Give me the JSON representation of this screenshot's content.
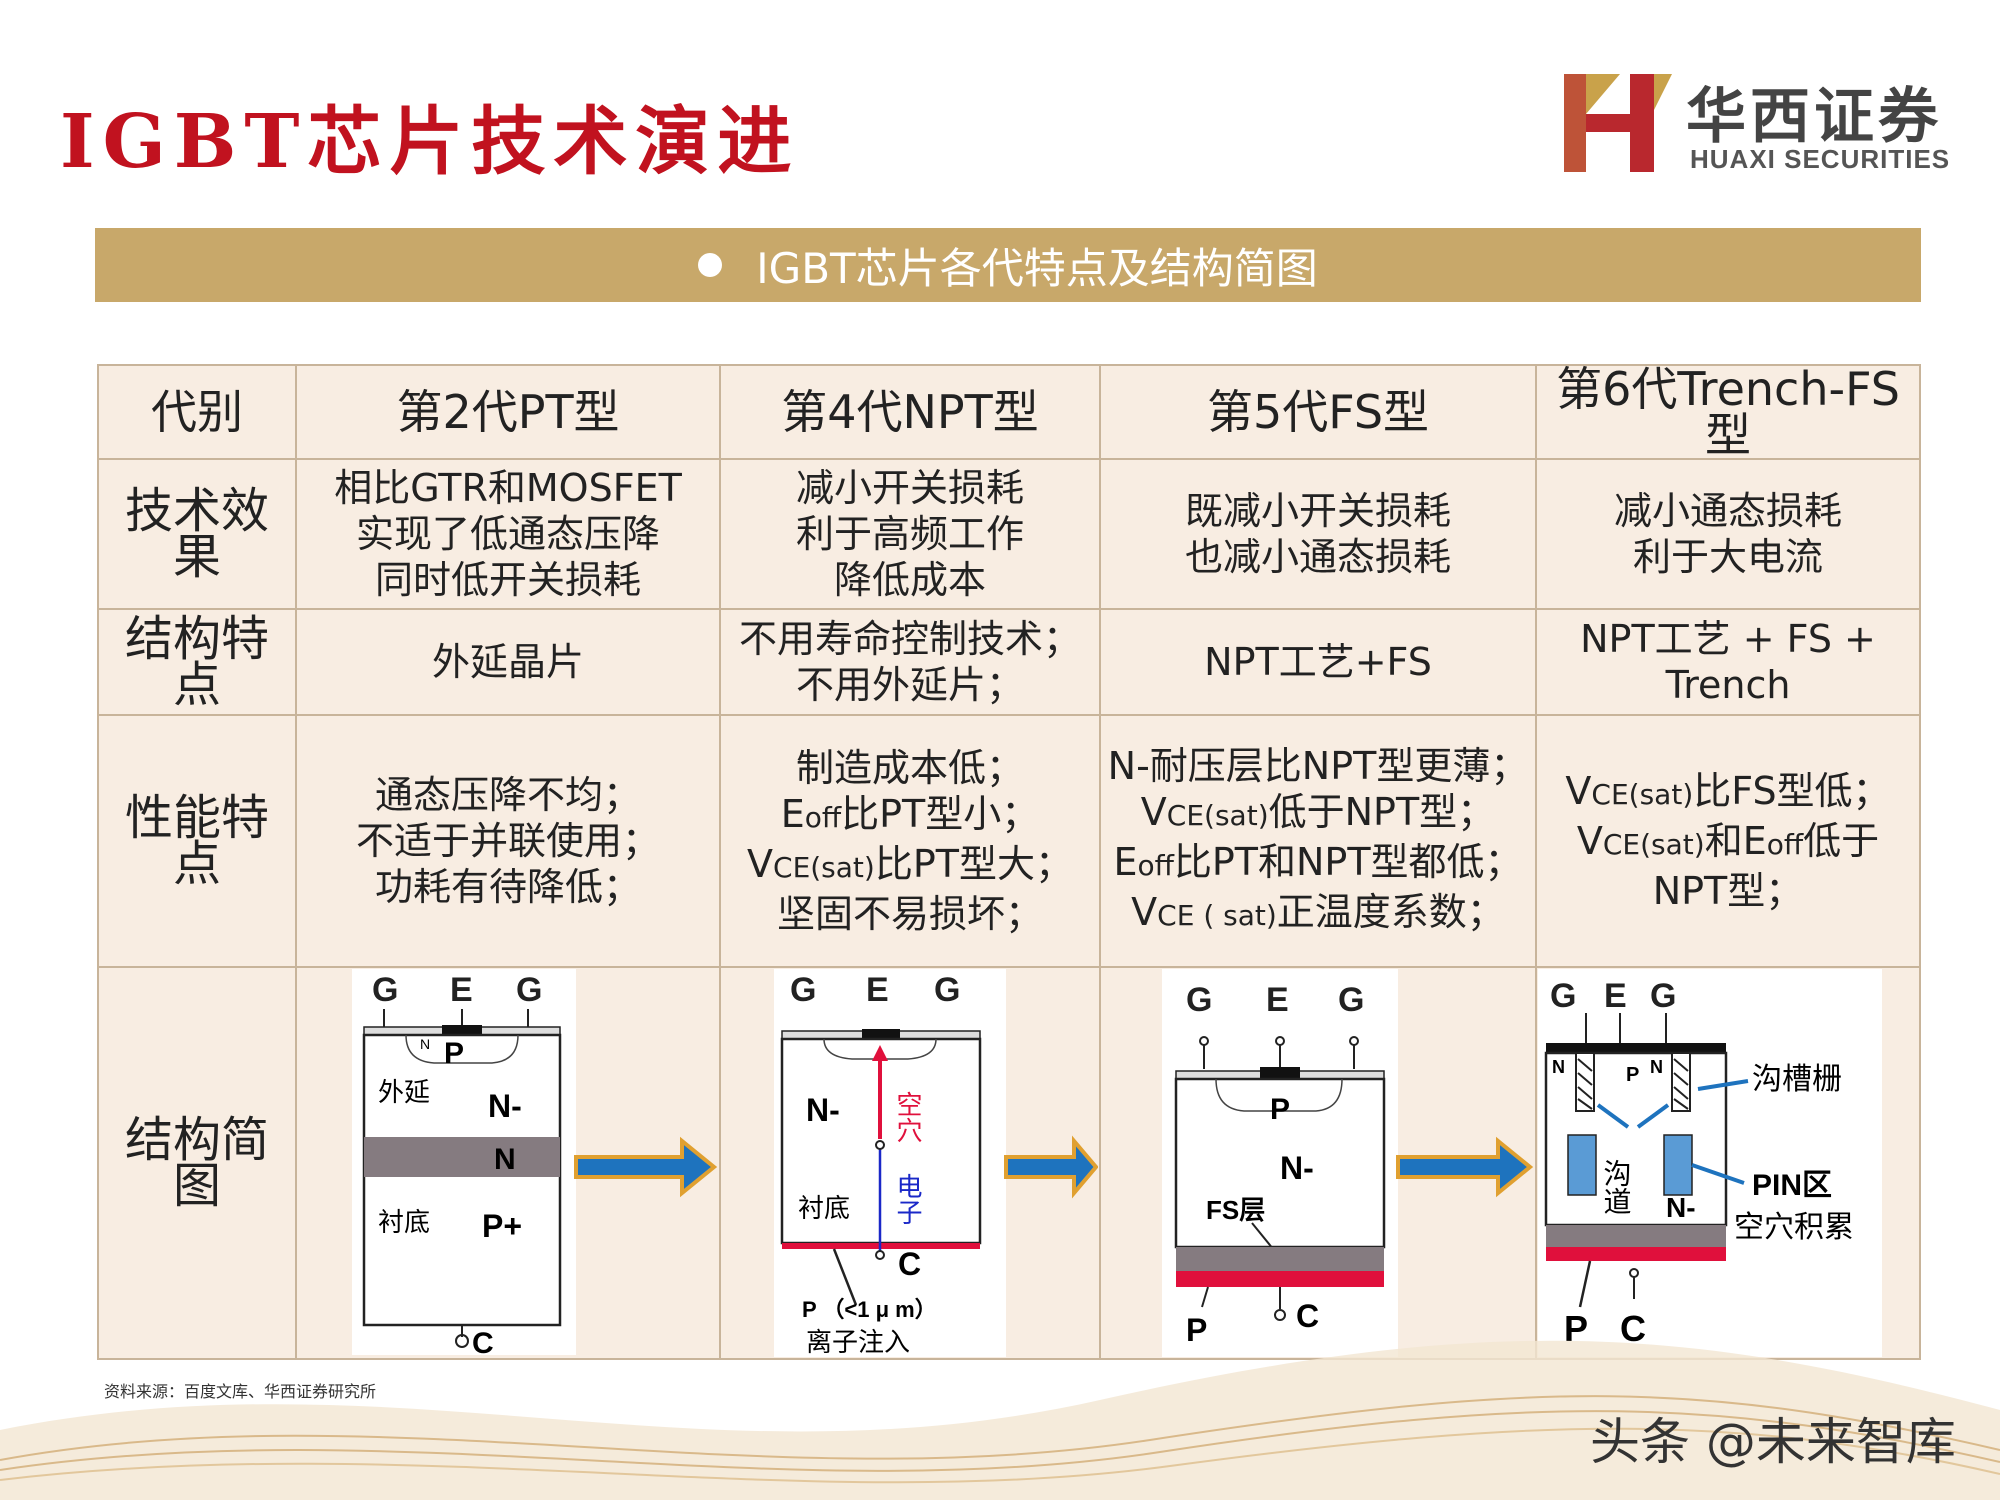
{
  "title": "IGBT芯片技术演进",
  "logo": {
    "cn": "华西证券",
    "en": "HUAXI SECURITIES"
  },
  "banner": "IGBT芯片各代特点及结构简图",
  "table": {
    "headers": [
      "代别",
      "第2代PT型",
      "第4代NPT型",
      "第5代FS型",
      "第6代Trench-FS型"
    ],
    "row_effect": {
      "label": "技术效果",
      "cells": [
        [
          "相比GTR和MOSFET",
          "实现了低通态压降",
          "同时低开关损耗"
        ],
        [
          "减小开关损耗",
          "利于高频工作",
          "降低成本"
        ],
        [
          "既减小开关损耗",
          "也减小通态损耗"
        ],
        [
          "减小通态损耗",
          "利于大电流"
        ]
      ]
    },
    "row_structure": {
      "label": "结构特点",
      "cells": [
        [
          "外延晶片"
        ],
        [
          "不用寿命控制技术；",
          "不用外延片；"
        ],
        [
          "NPT工艺+FS"
        ],
        [
          "NPT工艺 + FS +",
          "Trench"
        ]
      ]
    },
    "row_performance": {
      "label": "性能特点",
      "pt": [
        "通态压降不均；",
        "不适于并联使用；",
        "功耗有待降低；"
      ],
      "npt": {
        "l1": "制造成本低；",
        "l2_a": "E",
        "l2_sub": "off",
        "l2_b": "比PT型小；",
        "l3_a": "V",
        "l3_sub": "CE(sat)",
        "l3_b": "比PT型大；",
        "l4": "坚固不易损坏；"
      },
      "fs": {
        "l1": "N-耐压层比NPT型更薄；",
        "l2_a": "V",
        "l2_sub": "CE(sat)",
        "l2_b": "低于NPT型；",
        "l3_a": "E",
        "l3_sub": "off",
        "l3_b": "比PT和NPT型都低；",
        "l4_a": "V",
        "l4_sub": "CE ( sat)",
        "l4_b": "正温度系数；"
      },
      "trench": {
        "l1_a": "V",
        "l1_sub": "CE(sat)",
        "l1_b": "比FS型低；",
        "l2_a": "V",
        "l2_sub": "CE(sat)",
        "l2_b": "和E",
        "l2_sub2": "off",
        "l2_c": "低于",
        "l3": "NPT型；"
      }
    },
    "row_diagram": {
      "label": "结构简图",
      "d1": {
        "G1": "G",
        "E": "E",
        "G2": "G",
        "P": "P",
        "N_small": "N",
        "epi": "外延",
        "Nminus": "N-",
        "N": "N",
        "sub": "衬底",
        "Pplus": "P+",
        "C": "C"
      },
      "d2": {
        "G1": "G",
        "E": "E",
        "G2": "G",
        "Nminus": "N-",
        "hole": "空穴",
        "electron": "电子",
        "sub": "衬底",
        "C": "C",
        "p_note": "P （<1 μ m）",
        "ion": "离子注入"
      },
      "d3": {
        "G1": "G",
        "E": "E",
        "G2": "G",
        "P": "P",
        "Nminus": "N-",
        "fs": "FS层",
        "Pb": "P",
        "C": "C"
      },
      "d4": {
        "G1": "G",
        "E": "E",
        "G2": "G",
        "trench_gate": "沟槽栅",
        "channel": "沟道",
        "pin": "PIN区",
        "Nminus": "N-",
        "hole_acc": "空穴积累",
        "Pb": "P",
        "C": "C",
        "P": "P",
        "N": "N"
      }
    }
  },
  "source": "资料来源：百度文库、华西证券研究所",
  "watermark": "头条 @未来智库",
  "colors": {
    "title": "#c1121f",
    "banner": "#c8a86a",
    "table_bg": "#f8ede2",
    "arrow": "#1e73be",
    "arrow_edge": "#e0a030",
    "hole": "#e0103c",
    "electron": "#1a28c8"
  }
}
